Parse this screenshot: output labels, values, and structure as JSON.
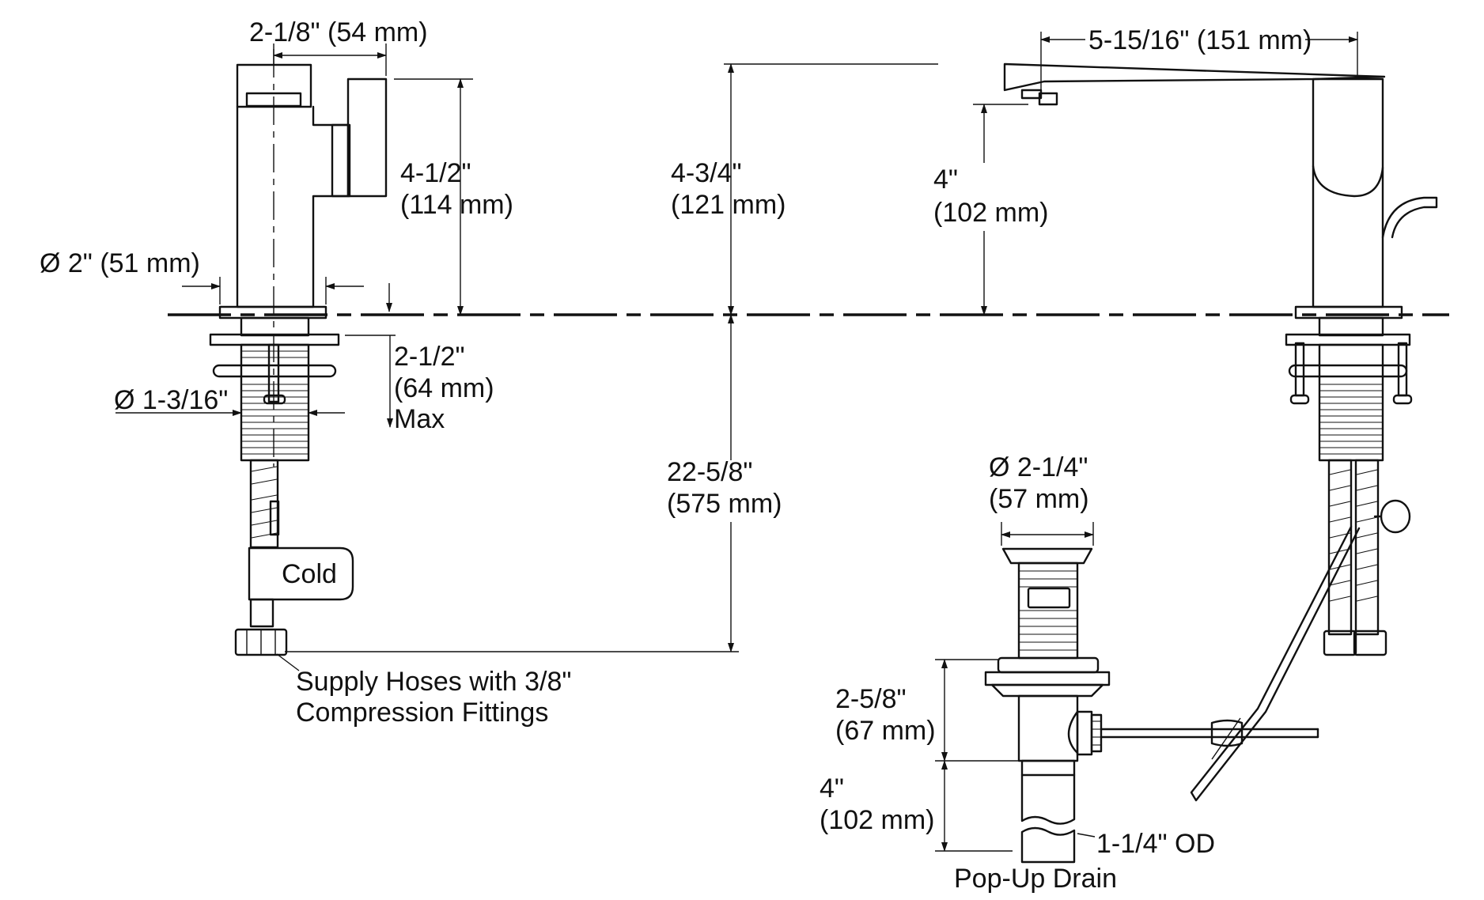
{
  "labels": {
    "spout_width": "2-1/8\" (54 mm)",
    "handle_height_in": "4-1/2\"",
    "handle_height_mm": "(114 mm)",
    "base_dia": "Ø 2\" (51 mm)",
    "shank_len_in": "2-1/2\"",
    "shank_len_mm": "(64 mm)",
    "shank_len_max": "Max",
    "shank_dia": "Ø 1-3/16\"",
    "cold": "Cold",
    "supply_hoses_1": "Supply Hoses with 3/8\"",
    "supply_hoses_2": "Compression Fittings",
    "overall_height_in": "4-3/4\"",
    "overall_height_mm": "(121 mm)",
    "supply_len_in": "22-5/8\"",
    "supply_len_mm": "(575 mm)",
    "spout_reach": "5-15/16\" (151 mm)",
    "spout_height_in": "4\"",
    "spout_height_mm": "(102 mm)",
    "drain_dia_in": "Ø 2-1/4\"",
    "drain_dia_mm": "(57 mm)",
    "drain_body_in": "2-5/8\"",
    "drain_body_mm": "(67 mm)",
    "tail_len_in": "4\"",
    "tail_len_mm": "(102 mm)",
    "tail_od": "1-1/4\" OD",
    "drain_title": "Pop-Up Drain"
  },
  "colors": {
    "line": "#111111",
    "background": "#ffffff"
  }
}
